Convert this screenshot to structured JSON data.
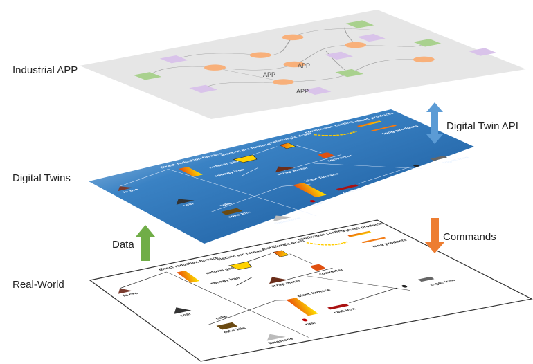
{
  "layers": {
    "top": {
      "label": "Industrial APP",
      "node_text": "APP"
    },
    "middle": {
      "label": "Digital Twins"
    },
    "bottom": {
      "label": "Real-World"
    }
  },
  "arrows": {
    "api": {
      "label": "Digital Twin API",
      "color": "#5b9bd5"
    },
    "commands": {
      "label": "Commands",
      "color": "#ed7d31"
    },
    "data": {
      "label": "Data",
      "color": "#70ad47"
    }
  },
  "process": {
    "fe_ore": "fe ore",
    "coal": "coal",
    "coke": "coke",
    "coke_kiln": "coke kiln",
    "limestone": "limestone",
    "direct_reduction_furnace": "direct reduction furnace",
    "natural_gas": "natural gas",
    "spongy_iron": "spongy iron",
    "electric_arc_furnace": "electric arc furnace",
    "scrap_metal": "scrap metal",
    "blast_furnace": "blast furnace",
    "rust": "rust",
    "cast_iron": "cast iron",
    "metallurgic_drum": "metallurgic drum",
    "converter": "converter",
    "continuous_casting": "continuous casting",
    "sheet_products": "sheet products",
    "long_products": "long products",
    "ingot_iron": "ingot iron"
  },
  "colors": {
    "app_circle": "#f8b07a",
    "app_green": "#a9d18e",
    "app_purple": "#d9c3ea",
    "plane_gray": "#e6e6e6",
    "twin_blue": "#2e6fb0"
  }
}
